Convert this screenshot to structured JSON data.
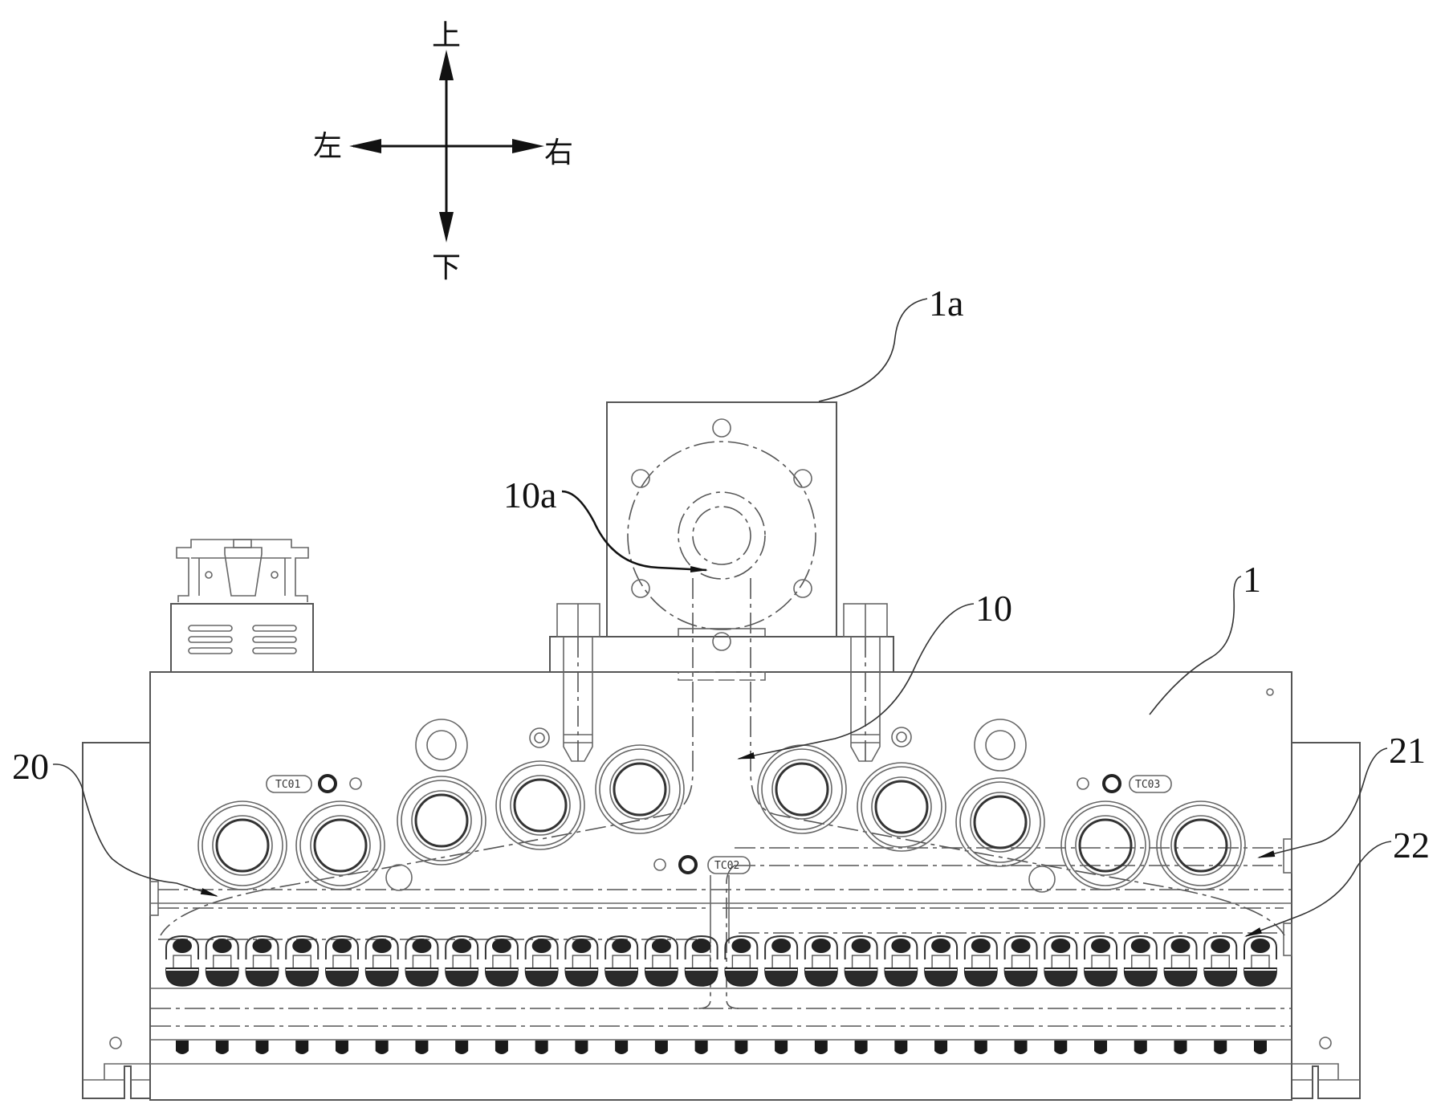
{
  "compass": {
    "up": "上",
    "down": "下",
    "left": "左",
    "right": "右"
  },
  "reference_labels": {
    "body": "1",
    "flange_plate": "1a",
    "main_channel": "10",
    "inlet": "10a",
    "left_branch": "20",
    "right_branch_upper": "21",
    "right_branch_lower": "22"
  },
  "thermocouple_tags": [
    "TC01",
    "TC02",
    "TC03"
  ],
  "nozzle_count": 28,
  "colors": {
    "line": "#555555",
    "ink": "#111111",
    "background": "#ffffff"
  }
}
